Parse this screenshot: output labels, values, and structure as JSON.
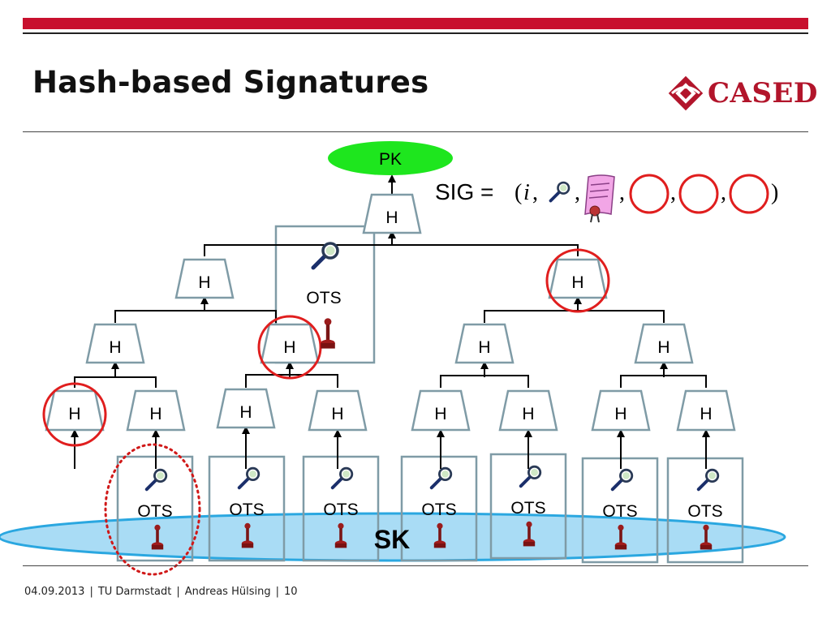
{
  "slide": {
    "title": "Hash-based Signatures",
    "logo_text": "CASED"
  },
  "footer": {
    "date": "04.09.2013",
    "institution": "TU Darmstadt",
    "author": "Andreas Hülsing",
    "page": "10",
    "separator": "|"
  },
  "diagram": {
    "pk_label": "PK",
    "hash_label": "H",
    "ots_label": "OTS",
    "sk_label": "SK",
    "sig": {
      "prefix": "SIG = ",
      "open": "(",
      "index": "i",
      "comma": ",",
      "close": ")"
    }
  },
  "colors": {
    "accent_red": "#c8102e",
    "pk_green": "#1ee61e",
    "sk_blue": "#a9dcf5",
    "node_stroke": "#7f9ba6",
    "highlight_red": "#e01e1e"
  },
  "icons": [
    "magnifier-icon",
    "seal-stamp-icon",
    "certificate-icon"
  ]
}
